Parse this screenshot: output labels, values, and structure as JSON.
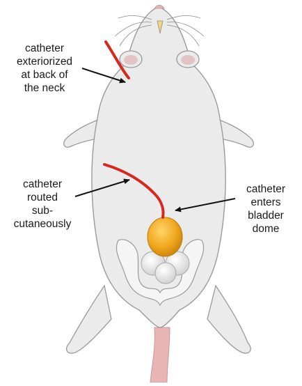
{
  "labels": {
    "neck": [
      "catheter",
      "exteriorized",
      "at back of",
      "the neck"
    ],
    "routed": [
      "catheter",
      "routed",
      "sub-",
      "cutaneously"
    ],
    "bladder": [
      "catheter",
      "enters",
      "bladder",
      "dome"
    ]
  },
  "colors": {
    "body_fill": "#ebebeb",
    "body_stroke": "#9a9a9a",
    "catheter": "#d6281f",
    "bladder": "#f0a81e",
    "tail": "#e8b4b4",
    "ear_inner": "#e3c4c4",
    "arrow": "#111111"
  }
}
